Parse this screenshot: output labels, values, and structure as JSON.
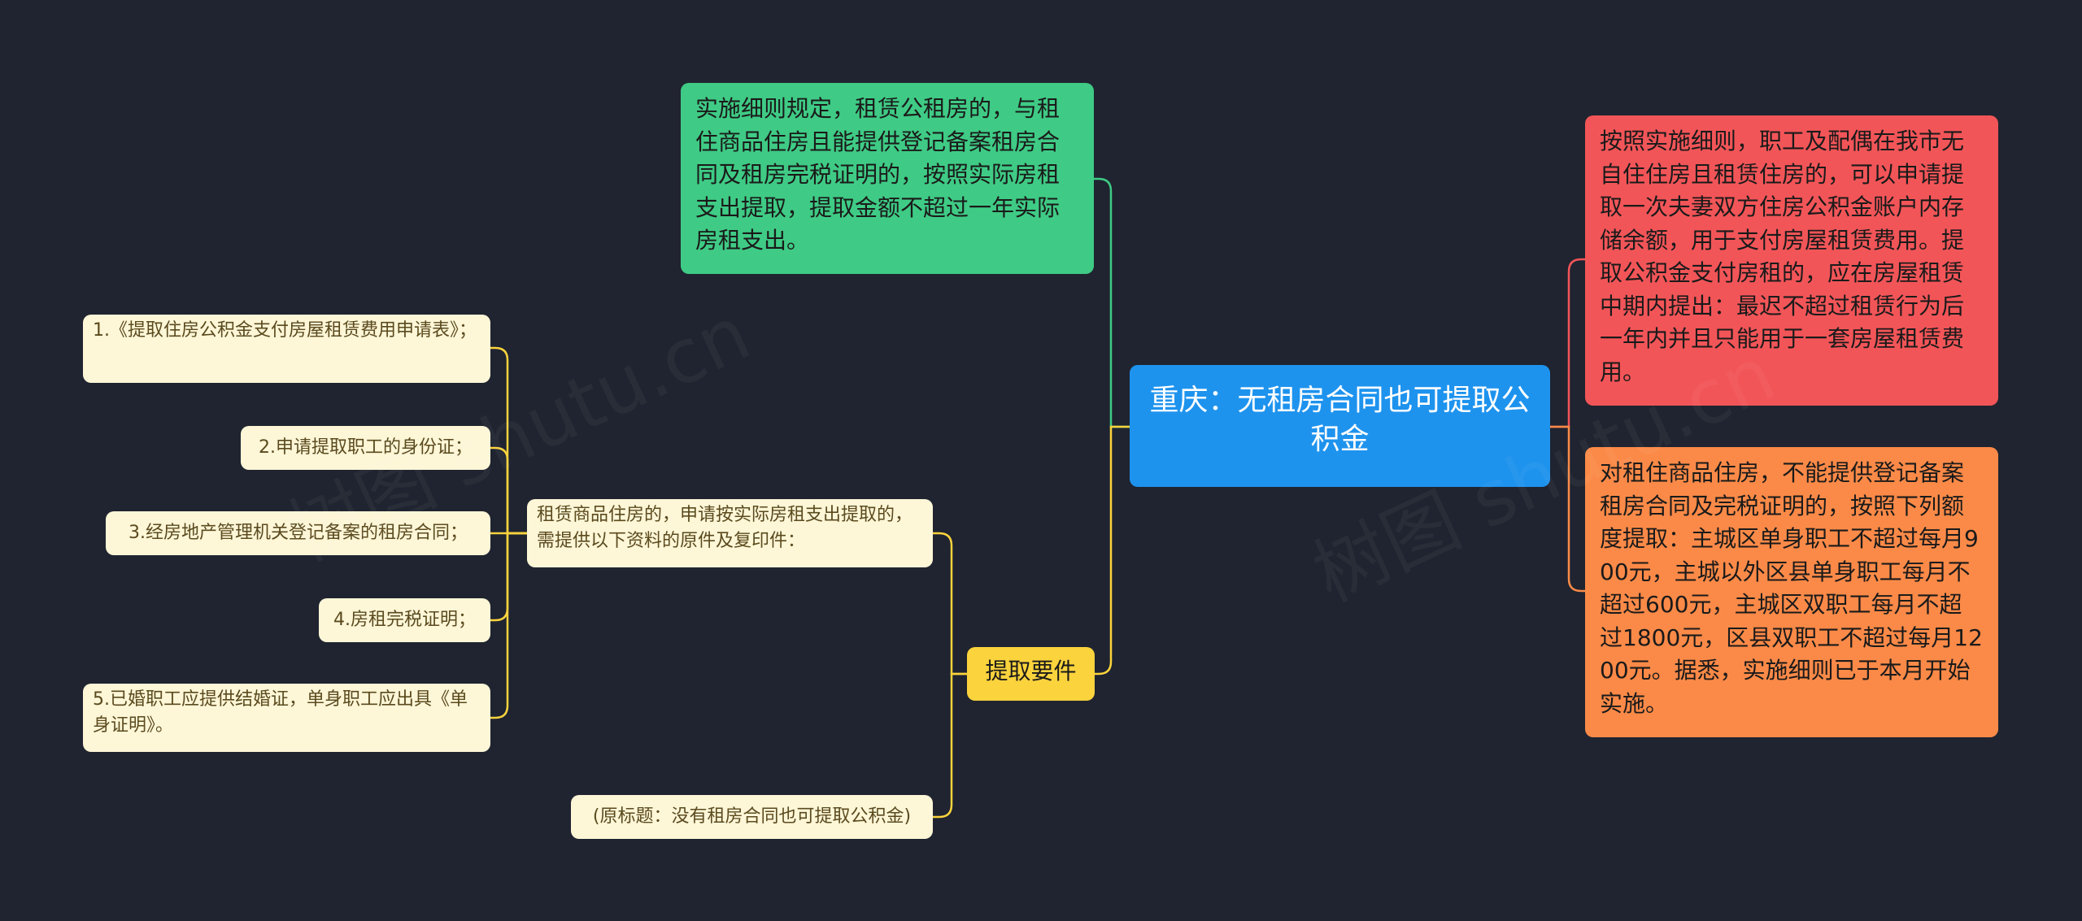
{
  "mindmap": {
    "root": "重庆：无租房合同也可提取公积金",
    "top_left": "实施细则规定，租赁公租房的，与租住商品住房且能提供登记备案租房合同及租房完税证明的，按照实际房租支出提取，提取金额不超过一年实际房租支出。",
    "right_red": "按照实施细则，职工及配偶在我市无自住住房且租赁住房的，可以申请提取一次夫妻双方住房公积金账户内存储余额，用于支付房屋租赁费用。提取公积金支付房租的，应在房屋租赁中期内提出：最迟不超过租赁行为后一年内并且只能用于一套房屋租赁费用。",
    "right_orange": "对租住商品住房，不能提供登记备案租房合同及完税证明的，按照下列额度提取：主城区单身职工不超过每月900元，主城以外区县单身职工每月不超过600元，主城区双职工每月不超过1800元，区县双职工不超过每月1200元。据悉，实施细则已于本月开始实施。",
    "requirements": {
      "label": "提取要件",
      "sub": "租赁商品住房的，申请按实际房租支出提取的，需提供以下资料的原件及复印件：",
      "items": [
        "1.《提取住房公积金支付房屋租赁费用申请表》；",
        "2.申请提取职工的身份证；",
        "3.经房地产管理机关登记备案的租房合同；",
        "4.房租完税证明；",
        "5.已婚职工应提供结婚证，单身职工应出具《单身证明》。"
      ],
      "note": "(原标题：没有租房合同也可提取公积金)"
    },
    "watermark": "树图 shutu.cn",
    "colors": {
      "background": "#1f2430",
      "root": "#1e93ee",
      "green": "#3fcb85",
      "red": "#f25558",
      "orange": "#fb8a48",
      "yellow": "#fbd33d",
      "leaf": "#fdf6d7"
    }
  }
}
